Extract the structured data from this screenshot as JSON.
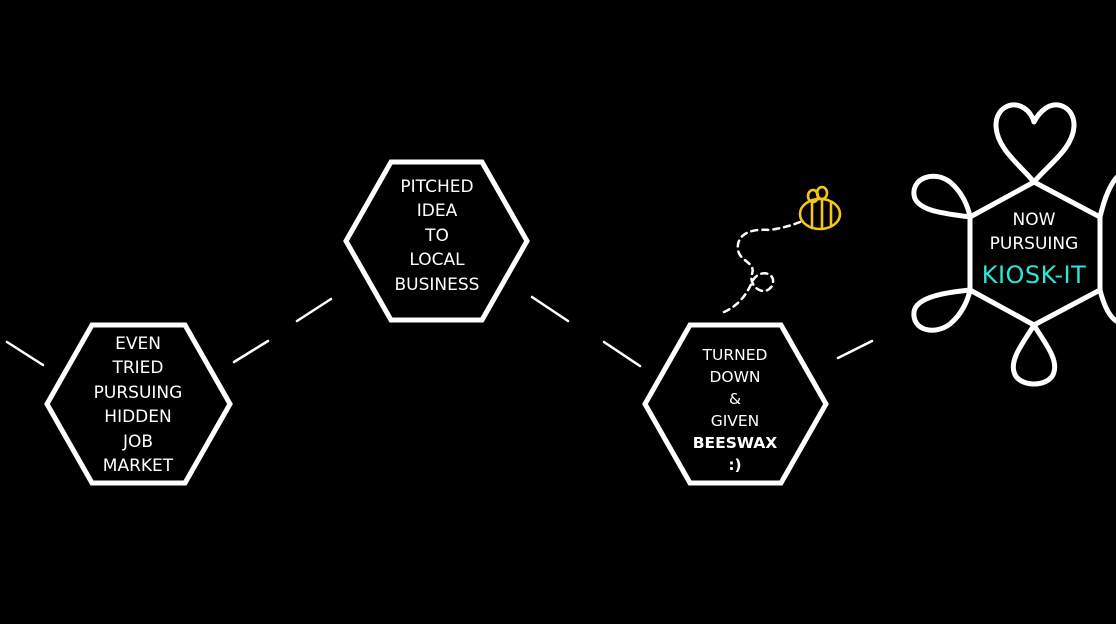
{
  "steps": [
    {
      "lines": [
        "EVEN",
        "TRIED",
        "PURSUING",
        "HIDDEN",
        "JOB",
        "MARKET"
      ]
    },
    {
      "lines": [
        "PITCHED",
        "IDEA",
        "TO",
        "LOCAL",
        "BUSINESS"
      ]
    },
    {
      "lines": [
        "TURNED",
        "DOWN",
        "&",
        "GIVEN"
      ],
      "bold_lines": [
        "BEESWAX",
        ":)"
      ]
    },
    {
      "lines": [
        "NOW",
        "PURSUING"
      ],
      "highlight": "KIOSK-IT"
    }
  ],
  "icons": {
    "bee": "bee-icon",
    "heart_flower": "heart-flower-icon"
  },
  "colors": {
    "background": "#000000",
    "stroke": "#ffffff",
    "accent": "#2ee6d6",
    "bee": "#f5c518"
  }
}
